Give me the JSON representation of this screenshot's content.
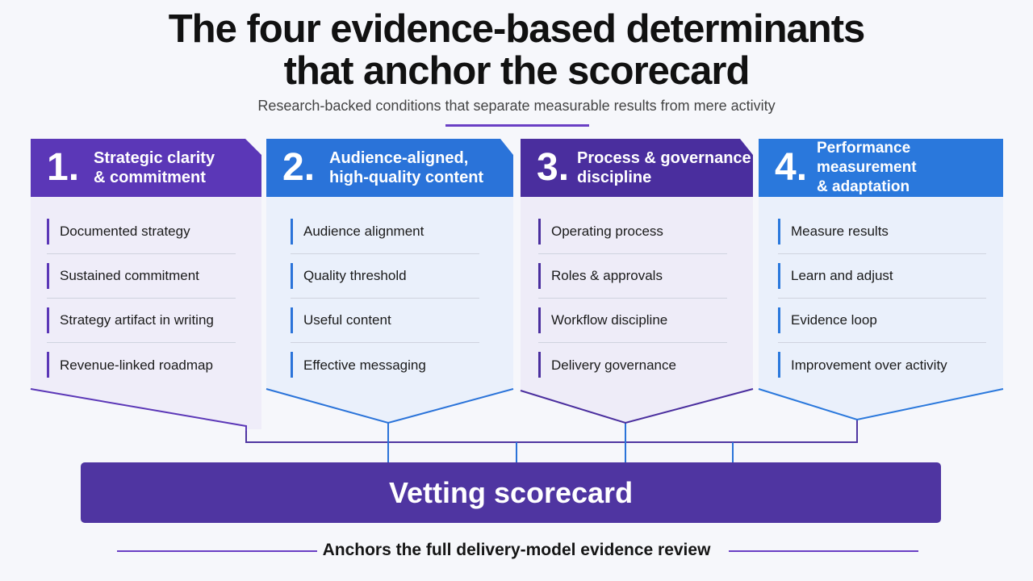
{
  "title_line1": "The four evidence-based determinants",
  "title_line2": "that anchor the scorecard",
  "subtitle": "Research-backed conditions that separate measurable results from mere activity",
  "cards": [
    {
      "number": "1.",
      "heading_line1": "Strategic clarity",
      "heading_line2": "& commitment",
      "color": "#5b37b7",
      "items": [
        "Documented strategy",
        "Sustained commitment",
        "Strategy artifact in writing",
        "Revenue-linked roadmap"
      ]
    },
    {
      "number": "2.",
      "heading_line1": "Audience-aligned,",
      "heading_line2": "high-quality content",
      "color": "#2a73d9",
      "items": [
        "Audience alignment",
        "Quality threshold",
        "Useful content",
        "Effective messaging"
      ]
    },
    {
      "number": "3.",
      "heading_line1": "Process & governance",
      "heading_line2": "discipline",
      "color": "#4a2e9e",
      "items": [
        "Operating process",
        "Roles & approvals",
        "Workflow discipline",
        "Delivery governance"
      ]
    },
    {
      "number": "4.",
      "heading_line1": "Performance measurement",
      "heading_line2": "& adaptation",
      "color": "#2a78dc",
      "items": [
        "Measure results",
        "Learn and adjust",
        "Evidence loop",
        "Improvement over activity"
      ]
    }
  ],
  "scorecard_label": "Vetting scorecard",
  "footer": "Anchors the full delivery-model evidence review",
  "colors": {
    "purple": "#5b37b7",
    "blue": "#2a73d9",
    "dark_purple": "#4a2e9e",
    "scorecard": "#4f35a1"
  }
}
